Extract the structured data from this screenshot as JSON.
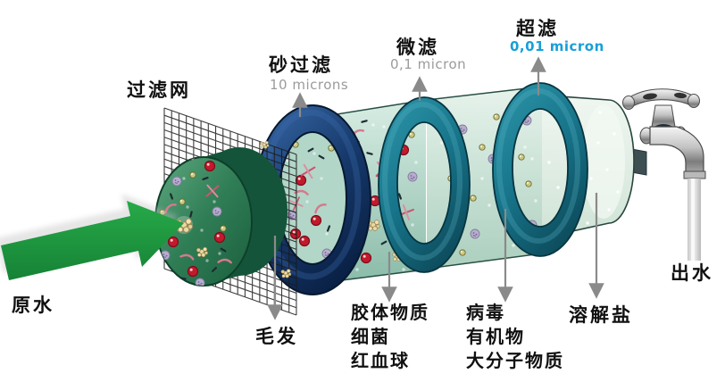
{
  "diagram": {
    "type": "water-filtration-process",
    "input": {
      "label": "原水"
    },
    "output": {
      "label": "出水"
    },
    "stages": [
      {
        "name": "过滤网",
        "removes": [
          "毛发"
        ]
      },
      {
        "name": "砂过滤",
        "pore_size": "10 microns",
        "removes": [
          "胶体物质",
          "细菌",
          "红血球"
        ]
      },
      {
        "name": "微滤",
        "pore_size": "0,1 micron",
        "removes": [
          "病毒",
          "有机物",
          "大分子物质"
        ]
      },
      {
        "name": "超滤",
        "pore_size": "0,01 micron",
        "removes": [
          "溶解盐"
        ]
      }
    ],
    "colors": {
      "flow_arrow_green": "#1f9e3d",
      "pore_size_gray": "#9b9b9b",
      "ultra_pore_accent": "#189fd8",
      "sand_ring_navy": "#16396b",
      "membrane_ring_teal": "#17758a"
    }
  }
}
